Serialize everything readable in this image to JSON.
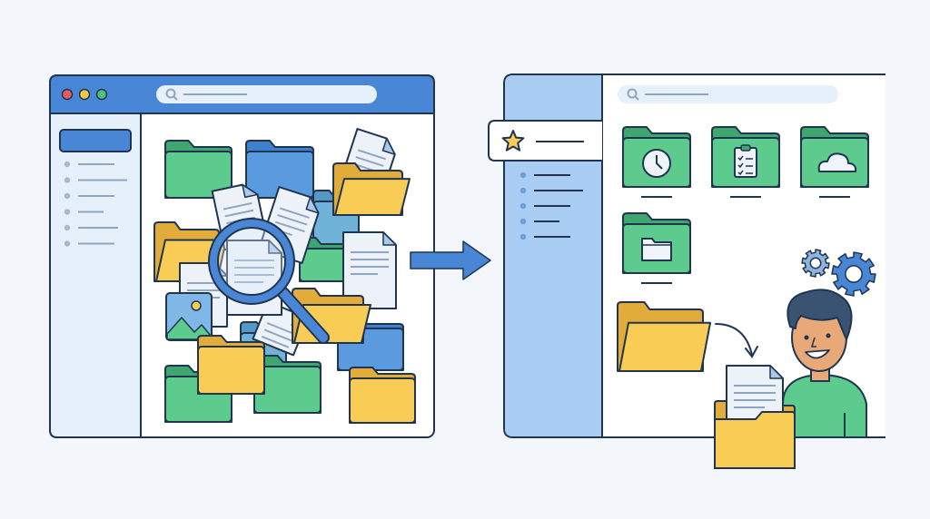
{
  "illustration": {
    "left_window": {
      "state": "cluttered",
      "traffic_lights": [
        "#e85a5a",
        "#f3c64a",
        "#4cc47c"
      ],
      "search_icon": "search-icon",
      "sidebar_items": 6,
      "center_icon": "magnifier-icon"
    },
    "transition_icon": "arrow-right-icon",
    "right_window": {
      "state": "organized",
      "search_icon": "search-icon",
      "favorite_icon": "star-icon",
      "sidebar_items": 5,
      "folder_icons": [
        "clock-icon",
        "clipboard-checklist-icon",
        "cloud-icon",
        "folder-icon"
      ],
      "extras": [
        "gear-icon",
        "gear-icon",
        "person",
        "open-folder-icon",
        "curved-arrow-icon",
        "document-in-folder-icon"
      ]
    }
  },
  "colors": {
    "background": "#f3f7fb",
    "outline": "#1f3550",
    "window_blue": "#4a86d6",
    "sidebar_light": "#e6f0fa",
    "sidebar_blue": "#a9cdf2",
    "green": "#5ccb8d",
    "green_dark": "#3fa670",
    "blue": "#5a9be0",
    "blue_dark": "#3f7fcc",
    "yellow": "#f9cc55",
    "yellow_dark": "#e2ac3a",
    "paper": "#edf2f8",
    "skin": "#e8a878",
    "hair": "#3b5372",
    "shirt": "#5ccb8d"
  }
}
